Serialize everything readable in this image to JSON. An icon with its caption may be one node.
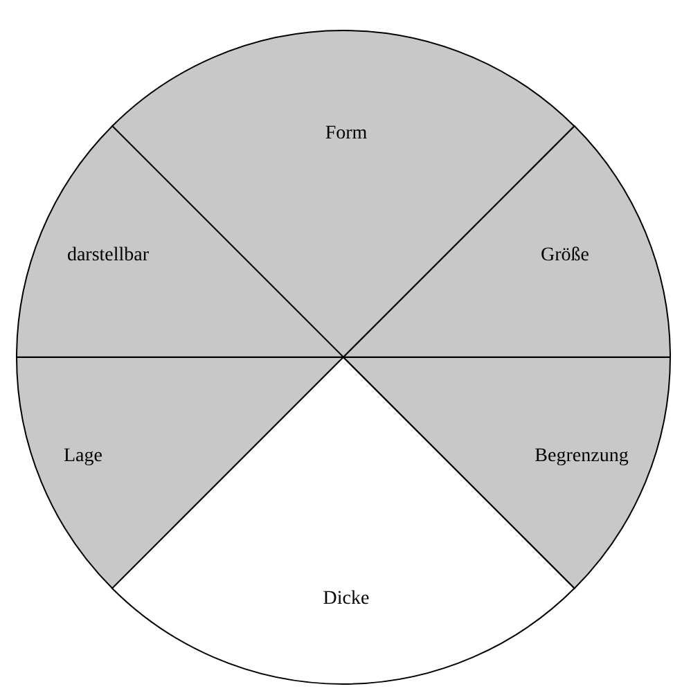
{
  "diagram": {
    "nodes": [
      {
        "text": [
          "Form"
        ]
      },
      {
        "text": [
          "darstellbar"
        ]
      },
      {
        "text": [
          "Größe"
        ]
      },
      {
        "text": [
          "Lage"
        ]
      },
      {
        "text": [
          "Begrenzung"
        ]
      },
      {
        "text": [
          "Dicke"
        ]
      }
    ]
  }
}
